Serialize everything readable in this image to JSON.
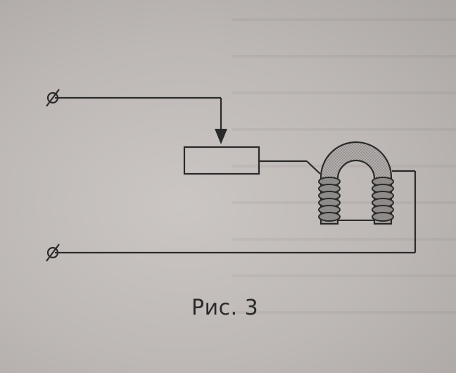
{
  "figure": {
    "caption": "Рис. 3"
  },
  "colors": {
    "background": "#c4bfbc",
    "ink": "#2b2a2a",
    "core_fill": "#a9a5a3"
  },
  "components": {
    "terminals": [
      "terminal-top",
      "terminal-bottom"
    ],
    "rheostat": "variable-resistor",
    "electromagnet": "horseshoe-core-with-two-coils"
  }
}
